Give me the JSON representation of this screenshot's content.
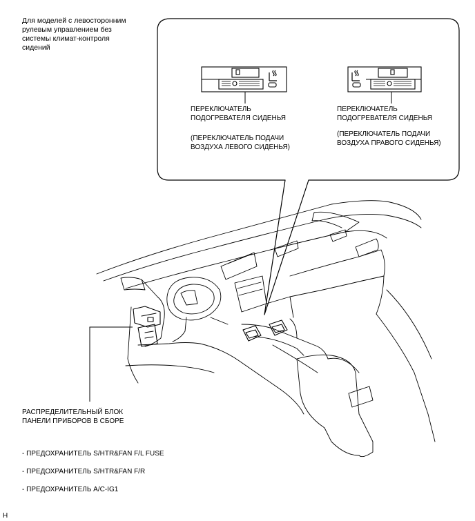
{
  "header_note": "Для моделей с левосторонним\nрулевым управлением без\nсистемы климат-контроля\nсидений",
  "left_switch": {
    "label": "ПЕРЕКЛЮЧАТЕЛЬ\nПОДОГРЕВАТЕЛЯ СИДЕНЬЯ",
    "sublabel": "(ПЕРЕКЛЮЧАТЕЛЬ ПОДАЧИ\nВОЗДУХА ЛЕВОГО СИДЕНЬЯ)"
  },
  "right_switch": {
    "label": "ПЕРЕКЛЮЧАТЕЛЬ\nПОДОГРЕВАТЕЛЯ СИДЕНЬЯ",
    "sublabel": "(ПЕРЕКЛЮЧАТЕЛЬ ПОДАЧИ\nВОЗДУХА ПРАВОГО СИДЕНЬЯ)"
  },
  "junction_block": {
    "label": "РАСПРЕДЕЛИТЕЛЬНЫЙ БЛОК\nПАНЕЛИ ПРИБОРОВ В СБОРЕ"
  },
  "fuses": [
    "- ПРЕДОХРАНИТЕЛЬ S/HTR&FAN F/L FUSE",
    "- ПРЕДОХРАНИТЕЛЬ S/HTR&FAN F/R",
    "- ПРЕДОХРАНИТЕЛЬ A/C-IG1"
  ],
  "footer_code": "H",
  "icons": {
    "seat_heater": "seat-heater-icon"
  }
}
